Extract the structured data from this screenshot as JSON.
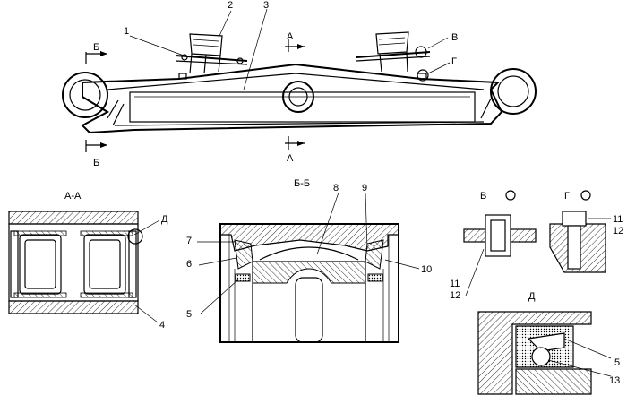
{
  "title": "",
  "main_view": {
    "callouts": [
      "1",
      "2",
      "3"
    ],
    "section_marks": {
      "b_left_top": "Б",
      "b_left_bottom": "Б",
      "a_top": "А",
      "a_bottom": "А"
    },
    "view_marks": {
      "v": "В",
      "g": "Г"
    }
  },
  "section_aa": {
    "title": "А-А",
    "callouts": {
      "d": "Д",
      "four": "4"
    }
  },
  "section_bb": {
    "title": "Б-Б",
    "callouts": [
      "5",
      "6",
      "7",
      "8",
      "9",
      "10"
    ]
  },
  "view_v": {
    "title": "В",
    "callouts": {
      "eleven": "11",
      "twelve": "12"
    }
  },
  "view_g": {
    "title": "Г",
    "callouts": {
      "eleven": "11",
      "twelve": "12"
    }
  },
  "detail_d": {
    "title": "Д",
    "callouts": {
      "five": "5",
      "thirteen": "13"
    }
  }
}
